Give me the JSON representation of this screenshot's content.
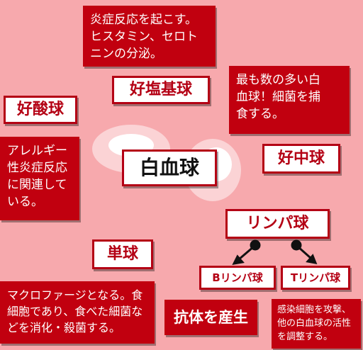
{
  "center": {
    "label": "白血球"
  },
  "basophil": {
    "label": "好塩基球",
    "desc": [
      "炎症反応を起こす。",
      "ヒスタミン、セロト",
      "ニンの分泌。"
    ]
  },
  "eosinophil": {
    "label": "好酸球",
    "desc": [
      "アレルギー",
      "性炎症反応",
      "に関連して",
      "いる。"
    ]
  },
  "neutrophil": {
    "label": "好中球",
    "desc": [
      "最も数の多い白",
      "血球！細菌を捕",
      "食する。"
    ]
  },
  "lymphocyte": {
    "label": "リンパ球",
    "b_cell": {
      "label": "Bリンパ球",
      "desc": "抗体を産生"
    },
    "t_cell": {
      "label": "Tリンパ球",
      "desc": [
        "感染細胞を攻撃、",
        "他の白血球の活性",
        "を調整する。"
      ]
    }
  },
  "monocyte": {
    "label": "単球",
    "desc": [
      "マクロファージとなる。食",
      "細胞であり、食べた細菌な",
      "どを消化・殺菌する。"
    ]
  },
  "colors": {
    "background": "#f7a9ad",
    "accent": "#b40014",
    "box": "#c1000f"
  }
}
